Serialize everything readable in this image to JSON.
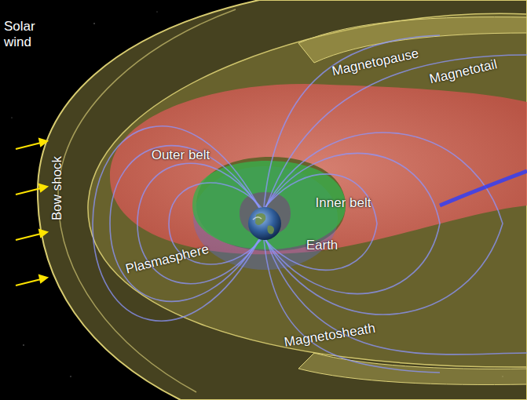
{
  "diagram": {
    "labels": [
      "Solar wind",
      "Magnetopause",
      "Magnetotail",
      "Outer belt",
      "Bow shock",
      "Inner belt",
      "Plasmasphere",
      "Earth",
      "Magnetosheath"
    ]
  }
}
